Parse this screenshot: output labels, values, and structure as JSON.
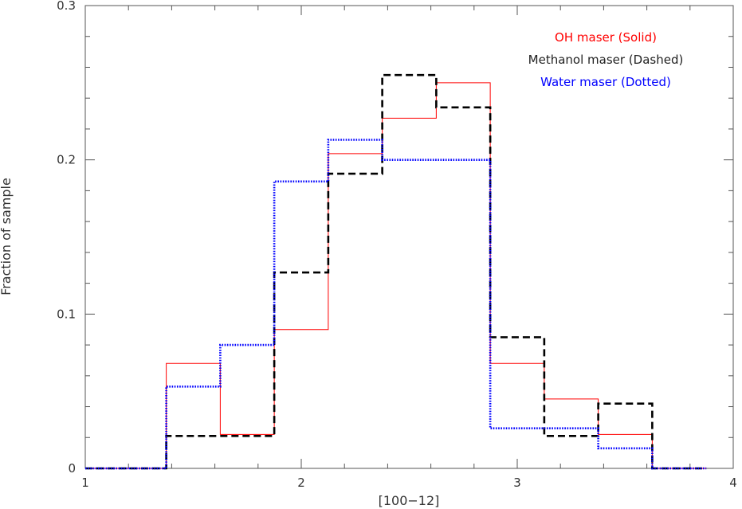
{
  "chart_data": {
    "type": "histogram",
    "title": "",
    "xlabel": "[100−12]",
    "ylabel": "Fraction of sample",
    "xlim": [
      1,
      4
    ],
    "ylim": [
      0,
      0.3
    ],
    "x_ticks": [
      "1",
      "2",
      "3",
      "4"
    ],
    "y_ticks": [
      "0",
      "0.1",
      "0.2",
      "0.3"
    ],
    "x_tick_values": [
      1,
      2,
      3,
      4
    ],
    "y_tick_values": [
      0,
      0.1,
      0.2,
      0.3
    ],
    "bin_edges": [
      1.0,
      1.375,
      1.625,
      1.875,
      2.125,
      2.375,
      2.625,
      2.875,
      3.125,
      3.375,
      3.625,
      3.875
    ],
    "legend_position": "top-right",
    "grid": false,
    "series": [
      {
        "name": "OH maser (Solid)",
        "style": "solid",
        "color": "#ff0000",
        "values": [
          0,
          0.068,
          0.022,
          0.09,
          0.204,
          0.227,
          0.25,
          0.068,
          0.045,
          0.022,
          0
        ]
      },
      {
        "name": "Methanol maser (Dashed)",
        "style": "dashed",
        "color": "#000000",
        "values": [
          0,
          0.021,
          0.021,
          0.127,
          0.191,
          0.255,
          0.234,
          0.085,
          0.021,
          0.042,
          0
        ]
      },
      {
        "name": "Water maser (Dotted)",
        "style": "dotted",
        "color": "#0000ff",
        "values": [
          0,
          0.053,
          0.08,
          0.186,
          0.213,
          0.2,
          0.2,
          0.026,
          0.026,
          0.013,
          0
        ]
      }
    ]
  }
}
